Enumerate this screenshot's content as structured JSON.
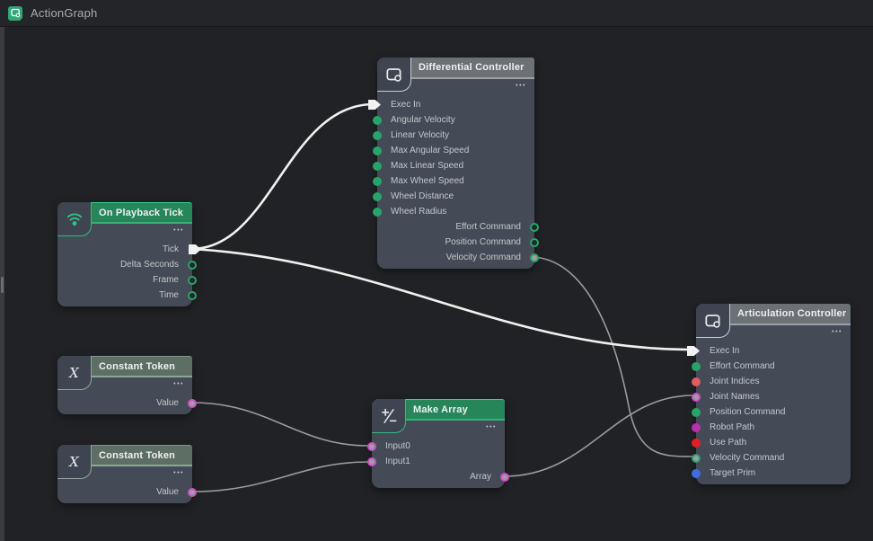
{
  "topbar": {
    "title": "ActionGraph"
  },
  "common": {
    "more_label": "•••"
  },
  "colors": {
    "canvas_bg": "#212226",
    "node_body": "#454b56",
    "header_grey": "#6c7176",
    "header_green": "#26865a",
    "header_token": "#5d6f64",
    "pin_green": "#27a468",
    "pin_pink": "#d44cc8",
    "pin_salmon": "#e15b60",
    "pin_magenta": "#b92fae",
    "pin_red": "#e31d26",
    "pin_blue": "#3e6ce2",
    "wire_exec": "#f1f1f1",
    "wire_data": "#9b9b9b"
  },
  "nodes": [
    {
      "title": "On Playback Tick",
      "icon": "playback-signal-icon",
      "ports": [
        {
          "label": "Tick",
          "dir": "out",
          "type": "exec"
        },
        {
          "label": "Delta Seconds",
          "dir": "out",
          "type": "ring-green"
        },
        {
          "label": "Frame",
          "dir": "out",
          "type": "ring-green"
        },
        {
          "label": "Time",
          "dir": "out",
          "type": "ring-green"
        }
      ]
    },
    {
      "title": "Differential Controller",
      "icon": "container-icon",
      "ports": [
        {
          "label": "Exec In",
          "dir": "in",
          "type": "exec"
        },
        {
          "label": "Angular Velocity",
          "dir": "in",
          "type": "solid-green"
        },
        {
          "label": "Linear Velocity",
          "dir": "in",
          "type": "solid-green"
        },
        {
          "label": "Max Angular Speed",
          "dir": "in",
          "type": "solid-green"
        },
        {
          "label": "Max Linear Speed",
          "dir": "in",
          "type": "solid-green"
        },
        {
          "label": "Max Wheel Speed",
          "dir": "in",
          "type": "solid-green"
        },
        {
          "label": "Wheel Distance",
          "dir": "in",
          "type": "solid-green"
        },
        {
          "label": "Wheel Radius",
          "dir": "in",
          "type": "solid-green"
        },
        {
          "label": "Effort Command",
          "dir": "out",
          "type": "ring-green"
        },
        {
          "label": "Position Command",
          "dir": "out",
          "type": "ring-green"
        },
        {
          "label": "Velocity Command",
          "dir": "out",
          "type": "conn-green"
        }
      ]
    },
    {
      "title": "Constant Token",
      "icon": "x-token-icon",
      "ports": [
        {
          "label": "Value",
          "dir": "out",
          "type": "conn-pink"
        }
      ]
    },
    {
      "title": "Constant Token",
      "icon": "x-token-icon",
      "ports": [
        {
          "label": "Value",
          "dir": "out",
          "type": "conn-pink"
        }
      ]
    },
    {
      "title": "Make Array",
      "icon": "plus-minus-icon",
      "ports": [
        {
          "label": "Input0",
          "dir": "in",
          "type": "conn-pink"
        },
        {
          "label": "Input1",
          "dir": "in",
          "type": "conn-pink"
        },
        {
          "label": "Array",
          "dir": "out",
          "type": "conn-pink"
        }
      ]
    },
    {
      "title": "Articulation Controller",
      "icon": "container-icon",
      "ports": [
        {
          "label": "Exec In",
          "dir": "in",
          "type": "exec"
        },
        {
          "label": "Effort Command",
          "dir": "in",
          "type": "solid-green"
        },
        {
          "label": "Joint Indices",
          "dir": "in",
          "type": "solid-salmon"
        },
        {
          "label": "Joint Names",
          "dir": "in",
          "type": "conn-pink"
        },
        {
          "label": "Position Command",
          "dir": "in",
          "type": "solid-green"
        },
        {
          "label": "Robot Path",
          "dir": "in",
          "type": "solid-magenta"
        },
        {
          "label": "Use Path",
          "dir": "in",
          "type": "solid-red"
        },
        {
          "label": "Velocity Command",
          "dir": "in",
          "type": "conn-green"
        },
        {
          "label": "Target Prim",
          "dir": "in",
          "type": "solid-blue"
        }
      ]
    }
  ],
  "connections": [
    {
      "from": "On Playback Tick.Tick",
      "to": "Differential Controller.Exec In",
      "type": "exec"
    },
    {
      "from": "On Playback Tick.Tick",
      "to": "Articulation Controller.Exec In",
      "type": "exec"
    },
    {
      "from": "Differential Controller.Velocity Command",
      "to": "Articulation Controller.Velocity Command",
      "type": "data"
    },
    {
      "from": "Constant Token.Value",
      "to": "Make Array.Input0",
      "type": "data"
    },
    {
      "from": "Constant Token (2).Value",
      "to": "Make Array.Input1",
      "type": "data"
    },
    {
      "from": "Make Array.Array",
      "to": "Articulation Controller.Joint Names",
      "type": "data"
    }
  ]
}
